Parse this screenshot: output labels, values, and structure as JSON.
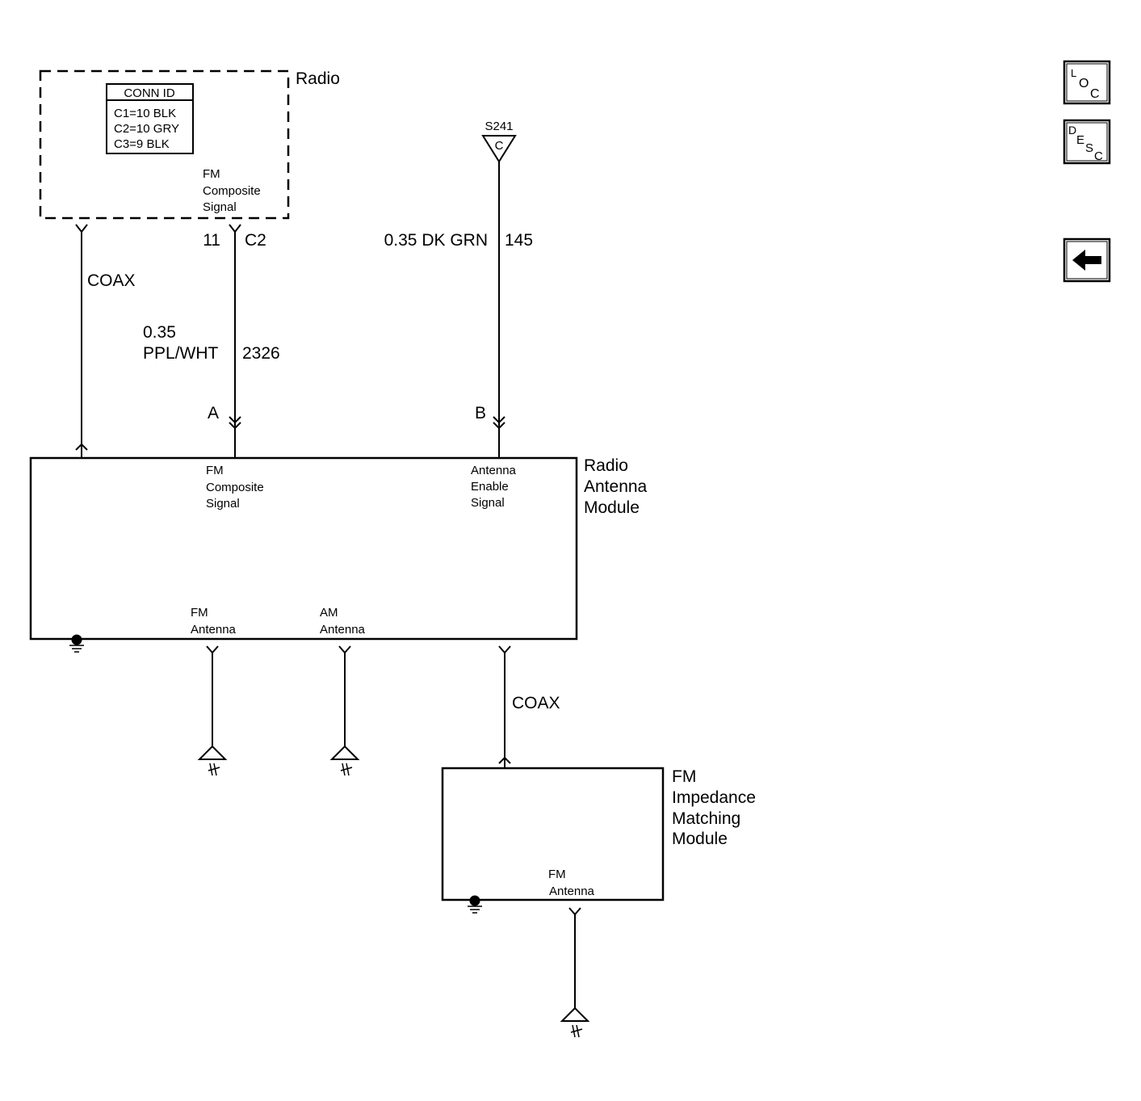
{
  "radio": {
    "title": "Radio",
    "conn_table": {
      "header": "CONN ID",
      "rows": [
        "C1=10 BLK",
        "C2=10 GRY",
        "C3=9 BLK"
      ]
    },
    "fm_signal_label": [
      "FM",
      "Composite",
      "Signal"
    ],
    "pin": "11",
    "connector": "C2"
  },
  "wire_coax_top": {
    "label": "COAX"
  },
  "wire_2326": {
    "gauge": "0.35",
    "color": "PPL/WHT",
    "circuit": "2326",
    "terminal": "A"
  },
  "splice": {
    "id": "S241",
    "letter": "C"
  },
  "wire_145": {
    "gauge_color": "0.35 DK GRN",
    "circuit": "145",
    "terminal": "B"
  },
  "antenna_module": {
    "title": [
      "Radio",
      "Antenna",
      "Module"
    ],
    "fm_signal_label": [
      "FM",
      "Composite",
      "Signal"
    ],
    "enable_label": [
      "Antenna",
      "Enable",
      "Signal"
    ],
    "fm_antenna_label": [
      "FM",
      "Antenna"
    ],
    "am_antenna_label": [
      "AM",
      "Antenna"
    ]
  },
  "wire_coax_bottom": {
    "label": "COAX"
  },
  "impedance_module": {
    "title": [
      "FM",
      "Impedance",
      "Matching",
      "Module"
    ],
    "fm_antenna_label": [
      "FM",
      "Antenna"
    ]
  },
  "nav": {
    "loc": {
      "l": "L",
      "o": "O",
      "c": "C"
    },
    "desc": {
      "d": "D",
      "e": "E",
      "s": "S",
      "c": "C"
    },
    "back_icon": "left-arrow-icon"
  }
}
